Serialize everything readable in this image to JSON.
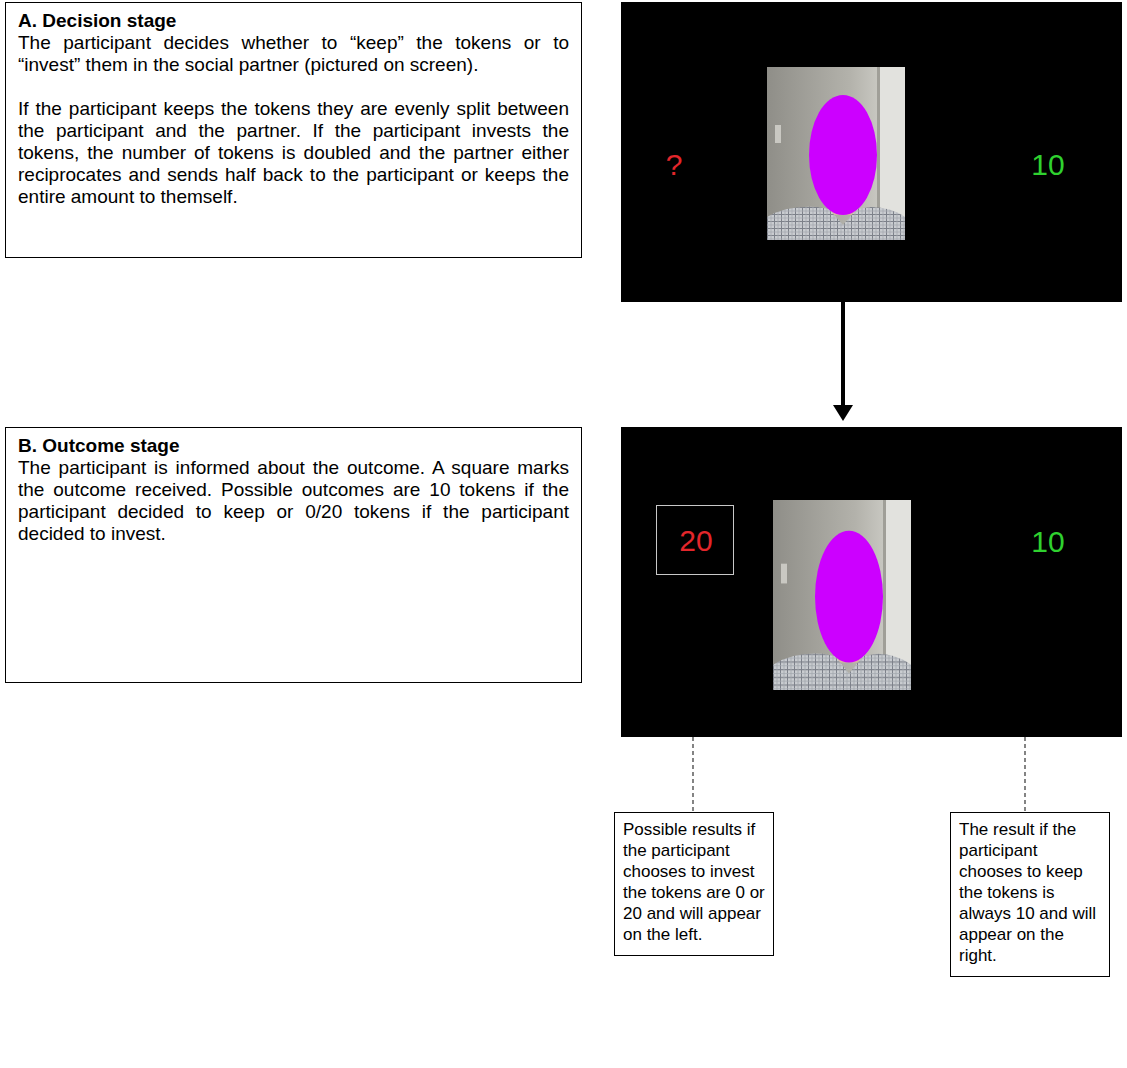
{
  "diagram": {
    "nodes": [
      {
        "text": [
          "A. Decision stage",
          "The participant decides whether to “keep” the tokens or to “invest” them in the social partner (pictured on screen).",
          "If the participant keeps the tokens they are evenly split between the participant and the partner. If the participant invests the tokens, the number of tokens is doubled and the partner either reciprocates and sends half back to the participant or keeps the entire amount to themself."
        ]
      },
      {
        "text": [
          "B. Outcome stage",
          "The participant is informed about the outcome. A square marks the outcome received. Possible outcomes are 10 tokens if the participant decided to keep or 0/20 tokens if the participant decided to invest."
        ]
      },
      {
        "text": [
          "?",
          "10"
        ]
      },
      {
        "text": [
          "10"
        ]
      },
      {
        "text": [
          "20"
        ],
        "in": 3
      },
      {
        "text": [
          "Possible results if the participant chooses to invest the tokens are 0 or 20 and will appear on the left."
        ]
      },
      {
        "text": [
          "The result if the participant chooses to keep the tokens is always 10 and will appear on the right."
        ]
      }
    ],
    "edges": [
      {
        "from": 2,
        "to": 3,
        "arrow": "to"
      },
      {
        "from": 3,
        "to": 5,
        "arrow": "none"
      },
      {
        "from": 3,
        "to": 6,
        "arrow": "none"
      }
    ]
  }
}
